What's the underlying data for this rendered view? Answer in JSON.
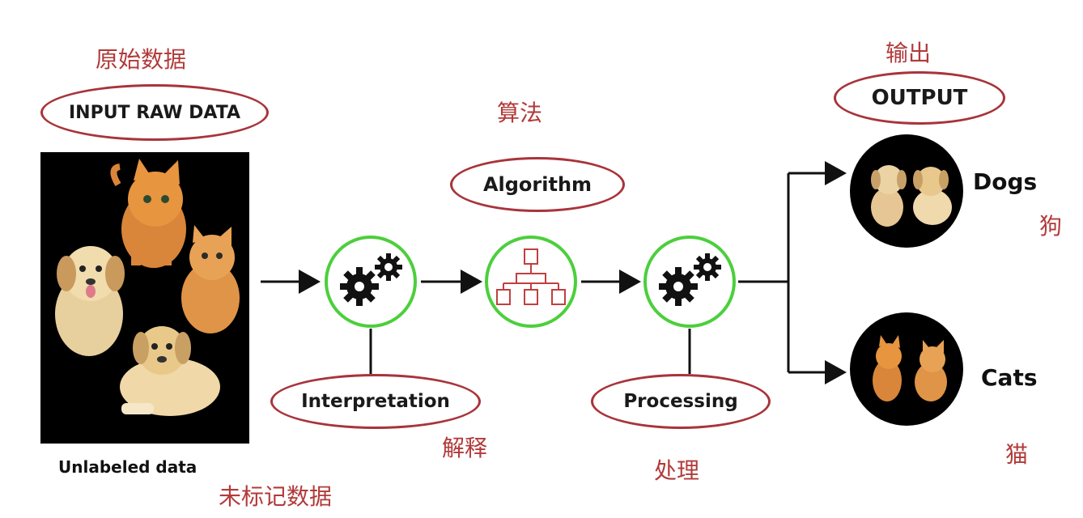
{
  "input": {
    "zh_label": "原始数据",
    "title": "INPUT RAW DATA",
    "caption": "Unlabeled data",
    "caption_zh": "未标记数据"
  },
  "algorithm": {
    "zh_label": "算法",
    "title": "Algorithm"
  },
  "interpretation": {
    "title": "Interpretation",
    "zh_label": "解释"
  },
  "processing": {
    "title": "Processing",
    "zh_label": "处理"
  },
  "output": {
    "zh_label": "输出",
    "title": "OUTPUT",
    "dogs": {
      "label": "Dogs",
      "zh_label": "狗"
    },
    "cats": {
      "label": "Cats",
      "zh_label": "猫"
    }
  },
  "colors": {
    "oval_border": "#a8343a",
    "zh_text": "#b23a3a",
    "node_ring": "#4ccf3c",
    "panel_bg": "#000000"
  },
  "icons": [
    "gears-icon",
    "org-chart-icon",
    "gears-icon",
    "arrow-icon"
  ]
}
